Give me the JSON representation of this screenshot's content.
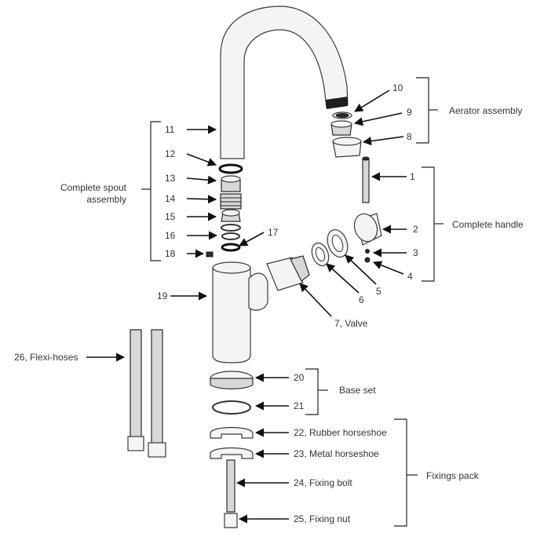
{
  "parts": [
    {
      "id": "p1",
      "label": "1"
    },
    {
      "id": "p2",
      "label": "2"
    },
    {
      "id": "p3",
      "label": "3"
    },
    {
      "id": "p4",
      "label": "4"
    },
    {
      "id": "p5",
      "label": "5"
    },
    {
      "id": "p6",
      "label": "6"
    },
    {
      "id": "p7",
      "label": "7, Valve"
    },
    {
      "id": "p8",
      "label": "8"
    },
    {
      "id": "p9",
      "label": "9"
    },
    {
      "id": "p10",
      "label": "10"
    },
    {
      "id": "p11",
      "label": "11"
    },
    {
      "id": "p12",
      "label": "12"
    },
    {
      "id": "p13",
      "label": "13"
    },
    {
      "id": "p14",
      "label": "14"
    },
    {
      "id": "p15",
      "label": "15"
    },
    {
      "id": "p16",
      "label": "16"
    },
    {
      "id": "p17",
      "label": "17"
    },
    {
      "id": "p18",
      "label": "18"
    },
    {
      "id": "p19",
      "label": "19"
    },
    {
      "id": "p20",
      "label": "20"
    },
    {
      "id": "p21",
      "label": "21"
    },
    {
      "id": "p22",
      "label": "22, Rubber horseshoe"
    },
    {
      "id": "p23",
      "label": "23, Metal horseshoe"
    },
    {
      "id": "p24",
      "label": "24, Fixing bolt"
    },
    {
      "id": "p25",
      "label": "25, Fixing nut"
    },
    {
      "id": "p26",
      "label": "26, Flexi-hoses"
    }
  ],
  "groups": {
    "aerator": "Aerator assembly",
    "spout_line1": "Complete spout",
    "spout_line2": "assembly",
    "handle": "Complete handle",
    "base": "Base set",
    "fixings": "Fixings pack"
  }
}
